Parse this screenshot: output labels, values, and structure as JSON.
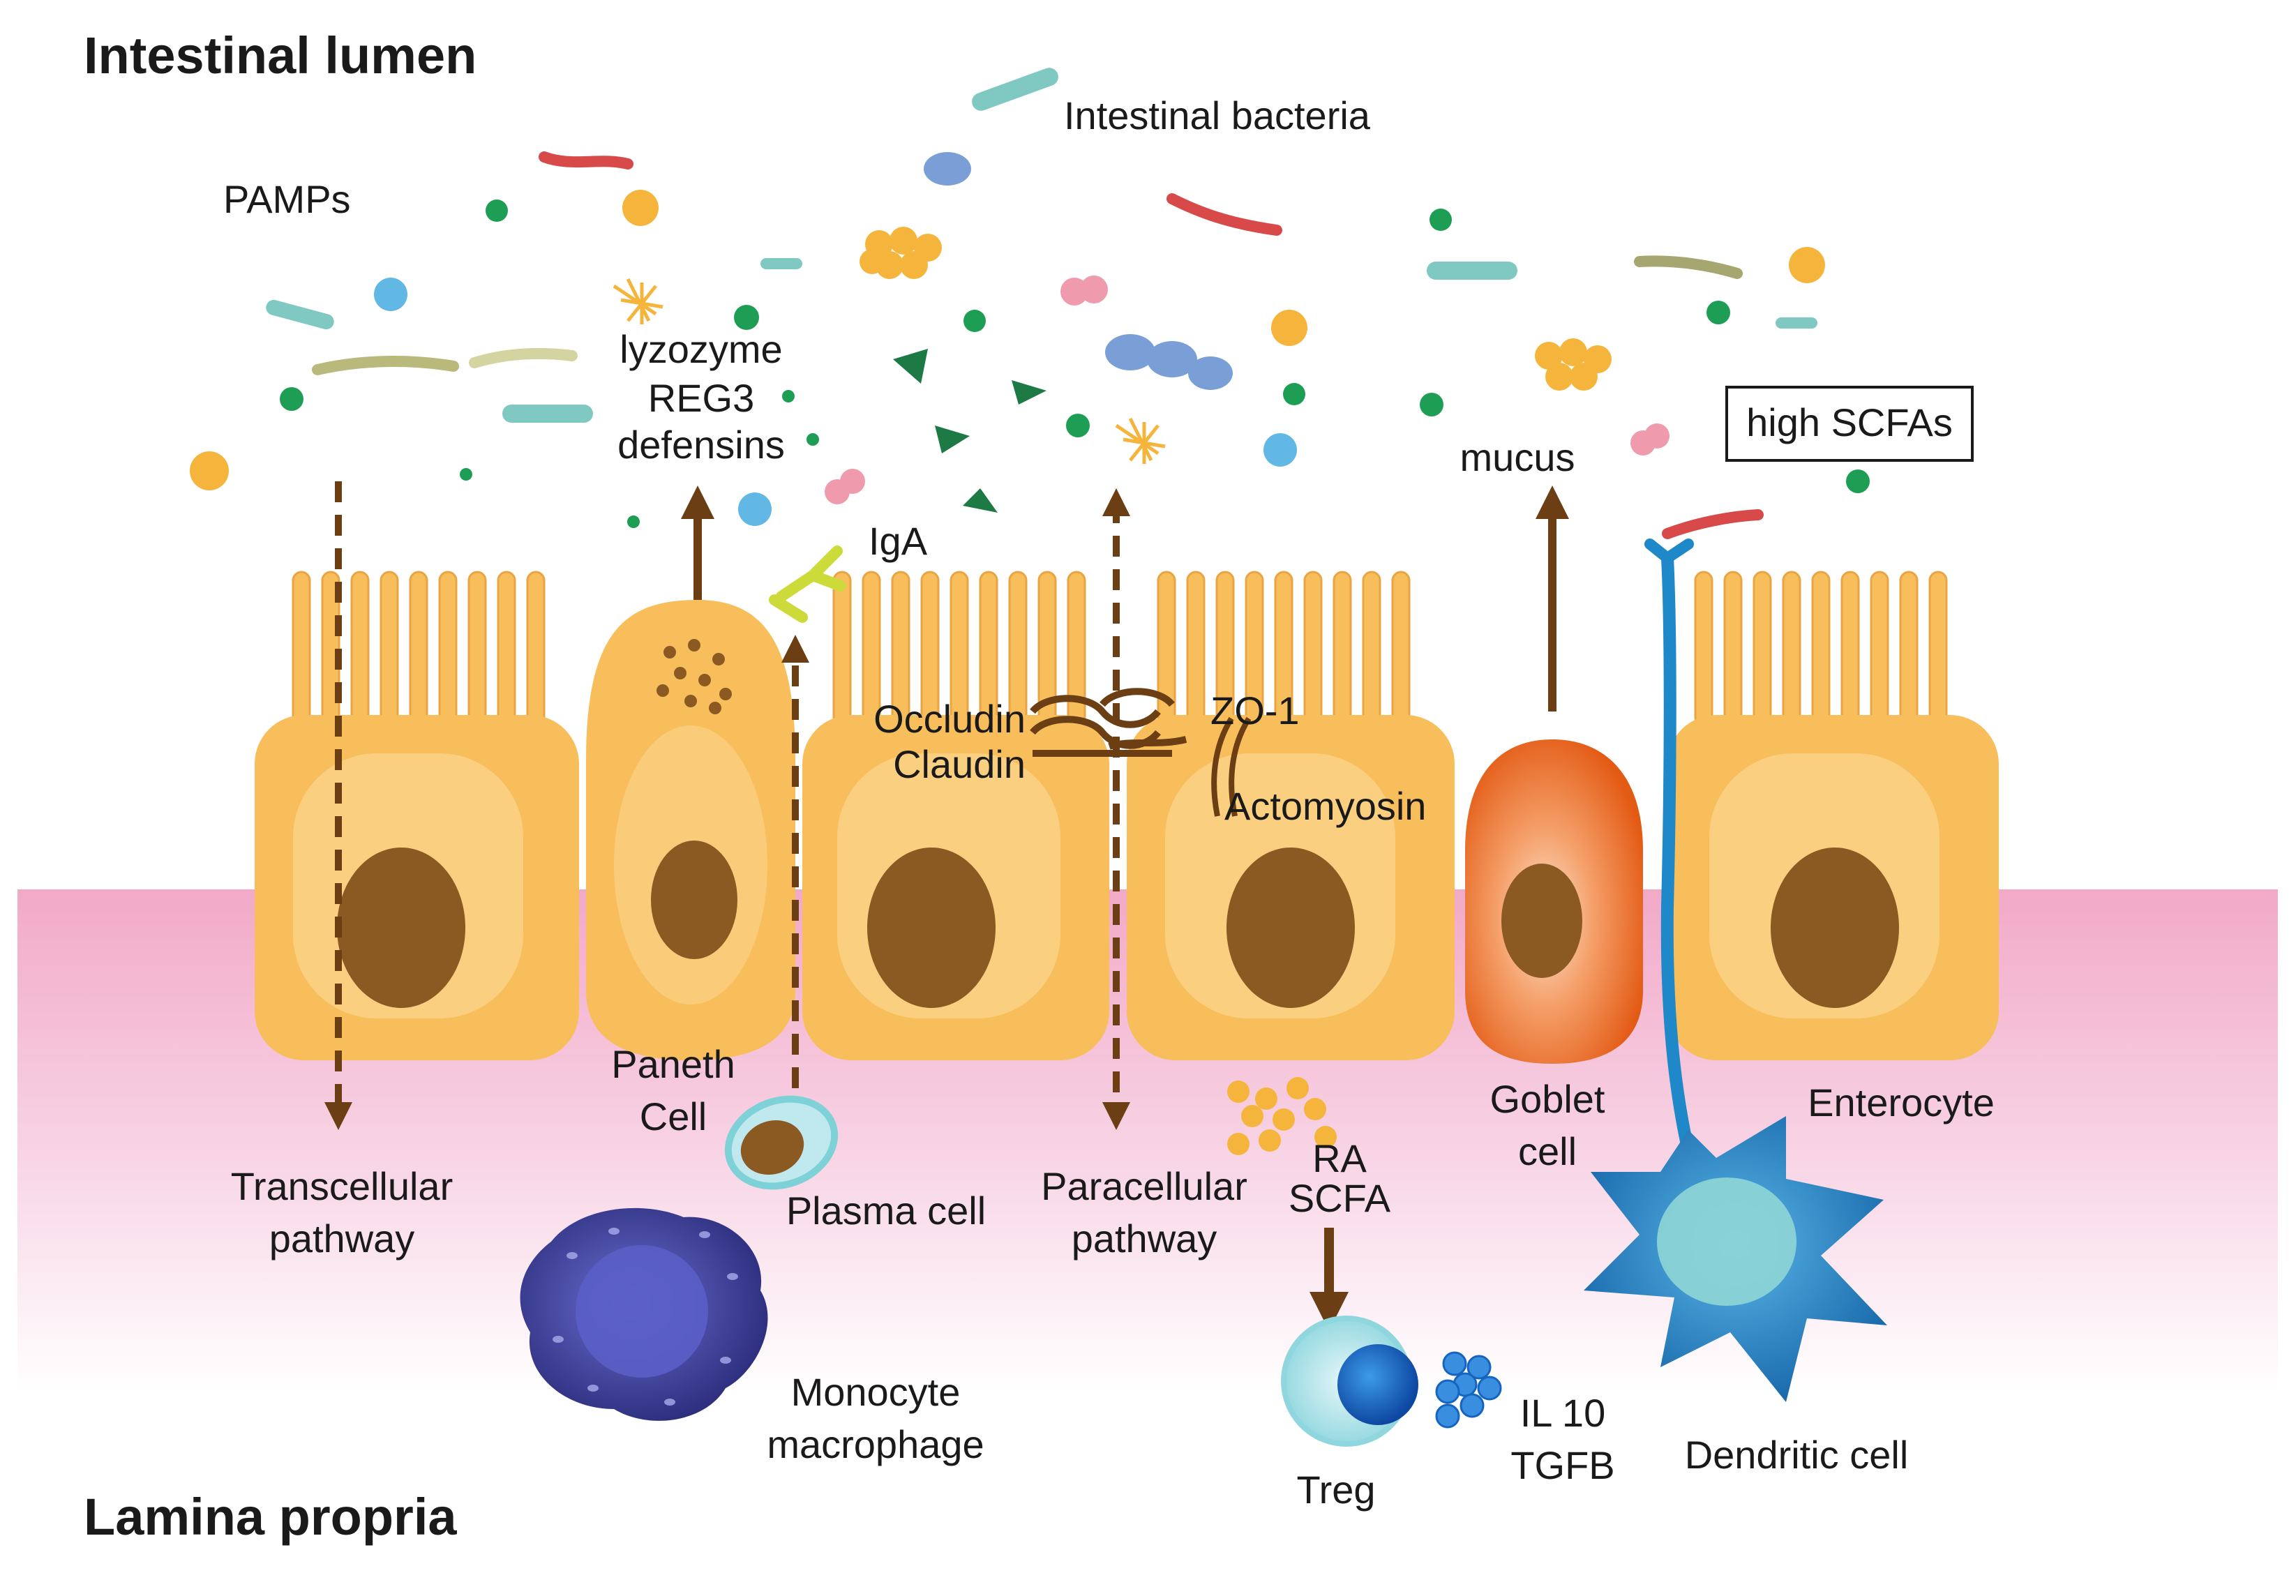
{
  "titles": {
    "top": "Intestinal lumen",
    "bottom": "Lamina propria"
  },
  "labels": {
    "intestinal_bacteria": "Intestinal bacteria",
    "pamps": "PAMPs",
    "lyzozyme": "lyzozyme",
    "reg3": "REG3",
    "defensins": "defensins",
    "iga": "IgA",
    "mucus": "mucus",
    "high_scfas": "high SCFAs",
    "occludin": "Occludin",
    "claudin": "Claudin",
    "zo1": "ZO-1",
    "actomyosin": "Actomyosin",
    "paneth_1": "Paneth",
    "paneth_2": "Cell",
    "transcellular_1": "Transcellular",
    "transcellular_2": "pathway",
    "plasma_cell": "Plasma cell",
    "paracellular_1": "Paracellular",
    "paracellular_2": "pathway",
    "ra": "RA",
    "scfa": "SCFA",
    "goblet_1": "Goblet",
    "goblet_2": "cell",
    "enterocyte": "Enterocyte",
    "monocyte_1": "Monocyte",
    "monocyte_2": "macrophage",
    "treg": "Treg",
    "il10": "IL 10",
    "tgfb": "TGFB",
    "dendritic_cell": "Dendritic cell"
  },
  "colors": {
    "epithelium": "#F8BE5C",
    "epithelium_light": "#FBD68E",
    "nucleus": "#8A5A22",
    "lamina_propria": "#F3B9D3",
    "arrow": "#6B3E14",
    "goblet": "#EC6A1F",
    "dendritic": "#1E88C9",
    "treg": "#1565C0",
    "plasma": "#7FD1D8",
    "monocyte": "#3D3F9E",
    "bacteria_green": "#1E9E55"
  }
}
